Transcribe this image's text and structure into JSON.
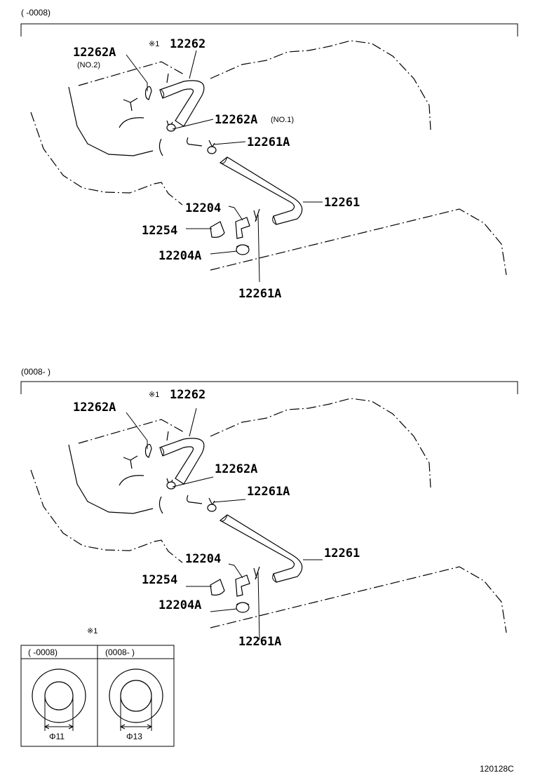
{
  "panels": [
    {
      "range_label": "(      -0008)",
      "labels": {
        "hose_upper": "12262",
        "hose_upper_mark": "※1",
        "clip_no2": "12262A",
        "clip_no2_note": "(NO.2)",
        "clip_no1": "12262A",
        "clip_no1_note": "(NO.1)",
        "clip_hose_top": "12261A",
        "hose_lower": "12261",
        "pcv_valve": "12204",
        "grommet": "12254",
        "gasket": "12204A",
        "clip_hose_bottom": "12261A"
      }
    },
    {
      "range_label": "(0008-      )",
      "labels": {
        "hose_upper": "12262",
        "hose_upper_mark": "※1",
        "clip_no2": "12262A",
        "clip_no2_note": "",
        "clip_no1": "12262A",
        "clip_no1_note": "",
        "clip_hose_top": "12261A",
        "hose_lower": "12261",
        "pcv_valve": "12204",
        "grommet": "12254",
        "gasket": "12204A",
        "clip_hose_bottom": "12261A"
      }
    }
  ],
  "inset": {
    "title": "※1",
    "columns": [
      {
        "range": "(      -0008)",
        "diameter": "Φ11"
      },
      {
        "range": "(0008-      )",
        "diameter": "Φ13"
      }
    ]
  },
  "figure_code": "120128C"
}
